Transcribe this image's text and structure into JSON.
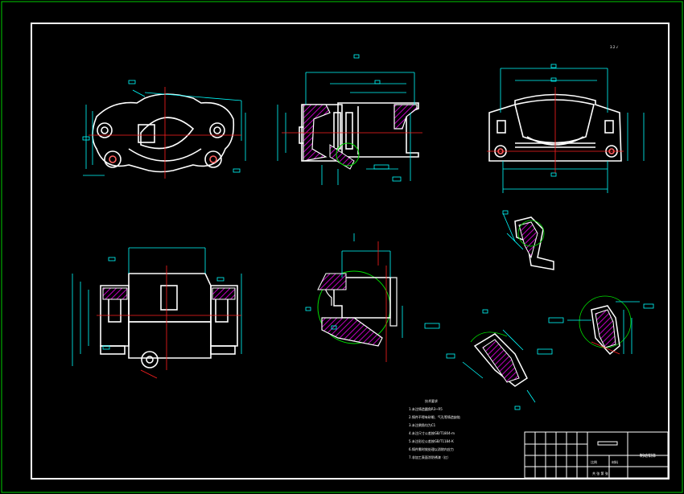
{
  "drawing": {
    "roughness_mark": "3.2 √",
    "notes": {
      "heading": "技术要求",
      "lines": [
        "1.未注铸造圆角R3~R5",
        "2.铸件不得有砂眼、气孔等铸造缺陷",
        "3.未注倒角均为C1",
        "4.未注尺寸公差按GB/T1804-m",
        "5.未注形位公差按GB/T1184-K",
        "6.铸件需时效处理以消除内应力",
        "7.非加工表面涂防锈漆（红）"
      ]
    },
    "title_block": {
      "part_name": "制动钳体",
      "scale_label": "比例",
      "material_label": "材料",
      "sheet_label": "共 张 第 张"
    }
  },
  "colors": {
    "background": "#000000",
    "frame": "#ffffff",
    "outer_frame": "#00cc00",
    "outline": "#ffffff",
    "dimension": "#00ffff",
    "centerline": "#ff2020",
    "hatch": "#c000c0",
    "detail_circle": "#00dd00"
  }
}
